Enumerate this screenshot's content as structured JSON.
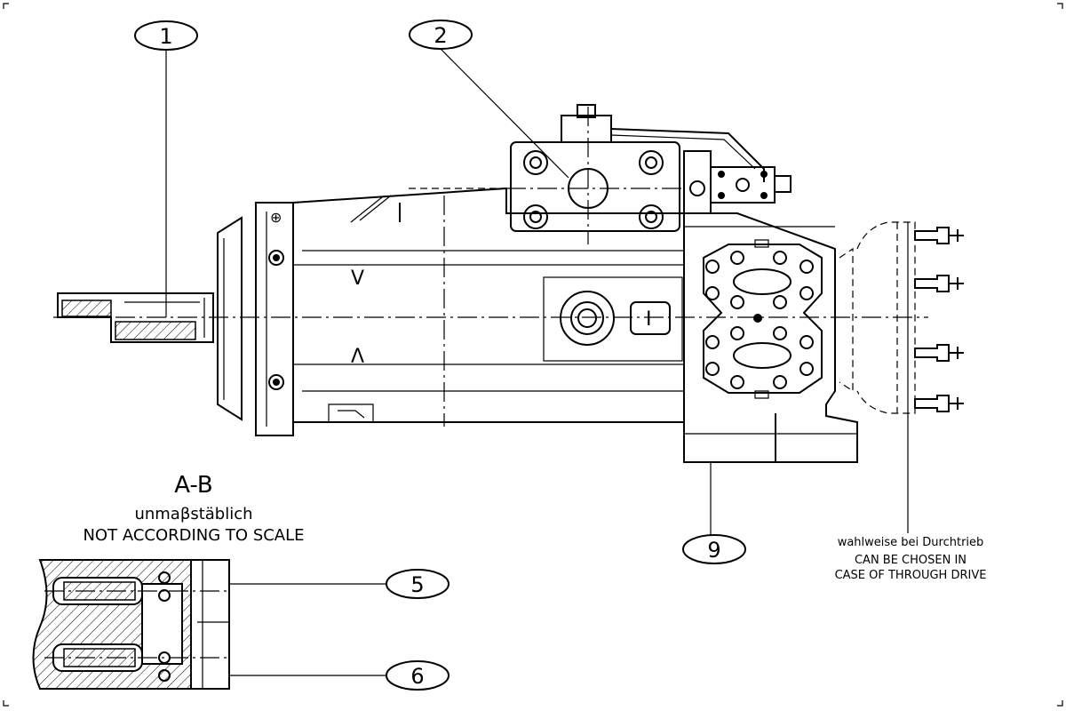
{
  "balloons": {
    "b1": "1",
    "b2": "2",
    "b5": "5",
    "b6": "6",
    "b9": "9"
  },
  "section": {
    "title": "A-B",
    "note_de": "unmaβstäblich",
    "note_en": "NOT ACCORDING TO SCALE"
  },
  "through_drive": {
    "note_de": "wahlweise bei Durchtrieb",
    "note_en_line1": "CAN BE CHOSEN IN",
    "note_en_line2": "CASE OF THROUGH DRIVE"
  },
  "markings": {
    "port_label": "I",
    "mark_v": "V",
    "mark_lambda": "Λ"
  }
}
